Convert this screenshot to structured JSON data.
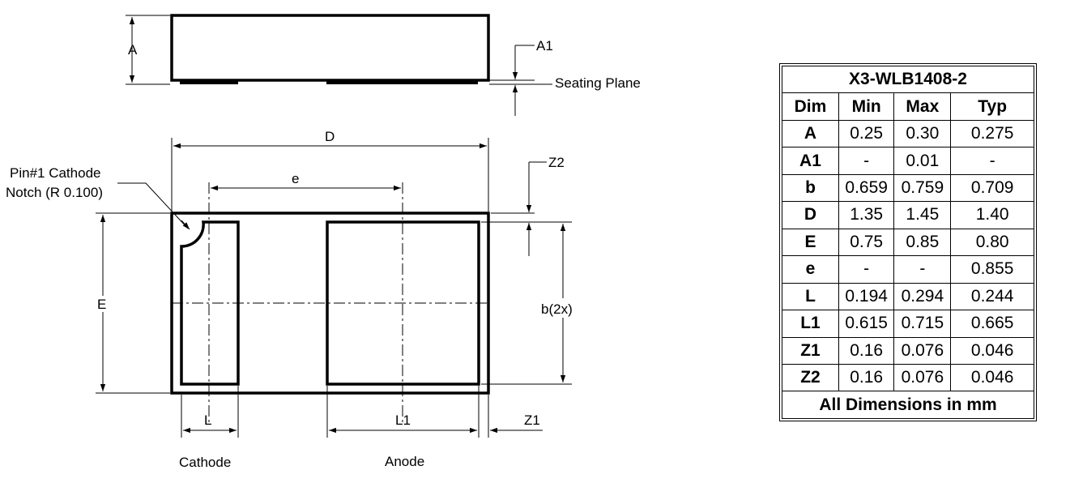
{
  "labels": {
    "side_A": "A",
    "side_A1": "A1",
    "seating_plane": "Seating Plane",
    "top_D": "D",
    "top_e": "e",
    "top_Z2": "Z2",
    "pin1_line1": "Pin#1 Cathode",
    "pin1_line2": "Notch (R 0.100)",
    "top_E": "E",
    "top_b": "b(2x)",
    "bottom_L": "L",
    "bottom_L1": "L1",
    "bottom_Z1": "Z1",
    "cathode": "Cathode",
    "anode": "Anode"
  },
  "table": {
    "title": "X3-WLB1408-2",
    "headers": [
      "Dim",
      "Min",
      "Max",
      "Typ"
    ],
    "rows": [
      [
        "A",
        "0.25",
        "0.30",
        "0.275"
      ],
      [
        "A1",
        "-",
        "0.01",
        "-"
      ],
      [
        "b",
        "0.659",
        "0.759",
        "0.709"
      ],
      [
        "D",
        "1.35",
        "1.45",
        "1.40"
      ],
      [
        "E",
        "0.75",
        "0.85",
        "0.80"
      ],
      [
        "e",
        "-",
        "-",
        "0.855"
      ],
      [
        "L",
        "0.194",
        "0.294",
        "0.244"
      ],
      [
        "L1",
        "0.615",
        "0.715",
        "0.665"
      ],
      [
        "Z1",
        "0.16",
        "0.076",
        "0.046"
      ],
      [
        "Z2",
        "0.16",
        "0.076",
        "0.046"
      ]
    ],
    "footer": "All Dimensions in mm"
  }
}
